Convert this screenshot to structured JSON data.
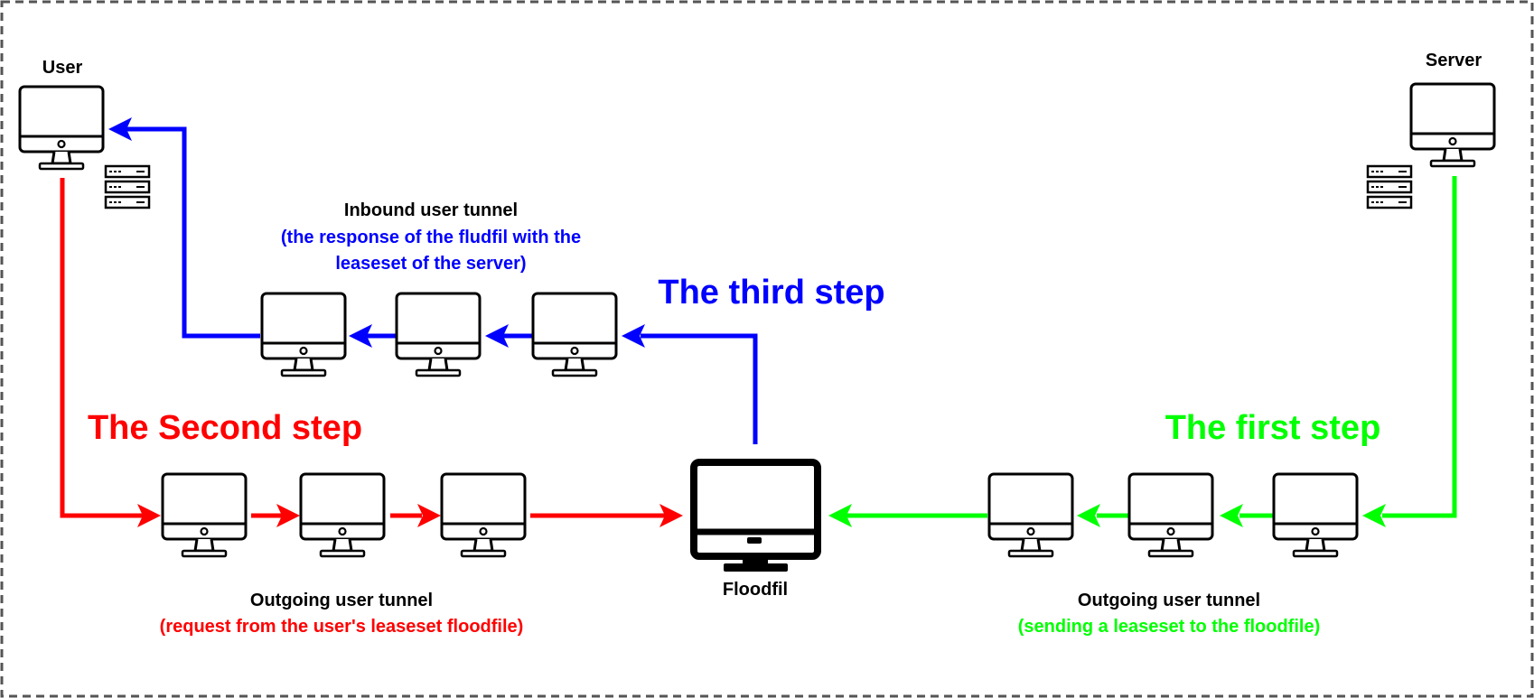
{
  "colors": {
    "red": "#ff0000",
    "blue": "#0000ff",
    "green": "#00ff00",
    "border": "#555555",
    "stroke": "#000000"
  },
  "labels": {
    "user": "User",
    "server": "Server",
    "floodfill": "Floodfil",
    "inbound_title": "Inbound user tunnel",
    "inbound_sub_line1": "(the response of the fludfil with the",
    "inbound_sub_line2": "leaseset of the server)",
    "third_step": "The third step",
    "second_step": "The Second step",
    "first_step": "The first step",
    "outgoing_left_title": "Outgoing user tunnel",
    "outgoing_left_sub": "(request from the user's leaseset floodfile)",
    "outgoing_right_title": "Outgoing user tunnel",
    "outgoing_right_sub": "(sending a leaseset to the floodfile)"
  },
  "icons": {
    "computer": "monitor-icon",
    "server_stack": "server-stack-icon",
    "floodfill": "floodfill-monitor-icon"
  }
}
